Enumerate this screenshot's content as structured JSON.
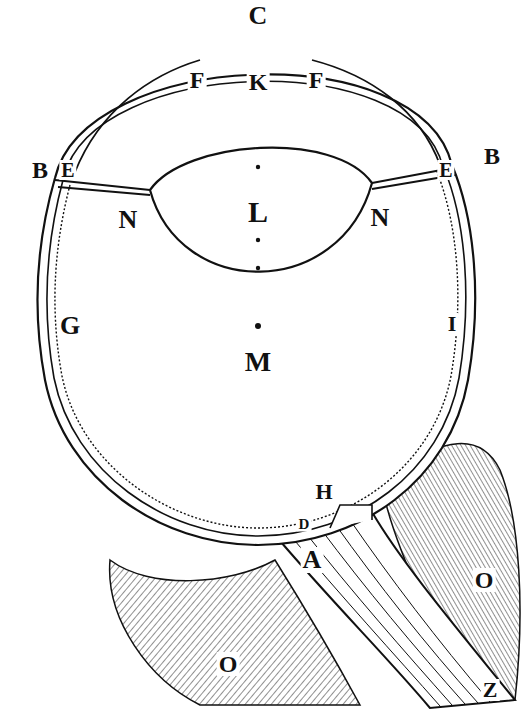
{
  "diagram": {
    "labels": [
      "C",
      "F",
      "K",
      "F",
      "B",
      "E",
      "E",
      "B",
      "N",
      "L",
      "N",
      "G",
      "I",
      "M",
      "H",
      "D",
      "A",
      "O",
      "O",
      "Z"
    ]
  }
}
